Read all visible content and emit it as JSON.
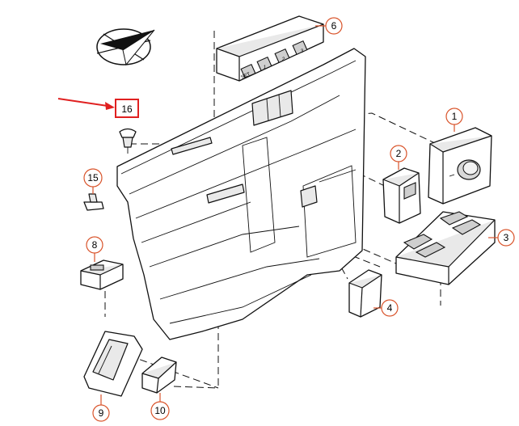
{
  "callouts": [
    {
      "id": "c1",
      "label": "1"
    },
    {
      "id": "c2",
      "label": "2"
    },
    {
      "id": "c3",
      "label": "3"
    },
    {
      "id": "c4",
      "label": "4"
    },
    {
      "id": "c6",
      "label": "6"
    },
    {
      "id": "c8",
      "label": "8"
    },
    {
      "id": "c9",
      "label": "9"
    },
    {
      "id": "c10",
      "label": "10"
    },
    {
      "id": "c15",
      "label": "15"
    },
    {
      "id": "c16",
      "label": "16"
    }
  ],
  "seat_buttons": {
    "set": "SET",
    "one": "1",
    "two": "2",
    "three": "3"
  },
  "colors": {
    "callout": "#d9542b",
    "highlight": "#e02020",
    "arrow": "#e02020",
    "line": "#111111"
  }
}
